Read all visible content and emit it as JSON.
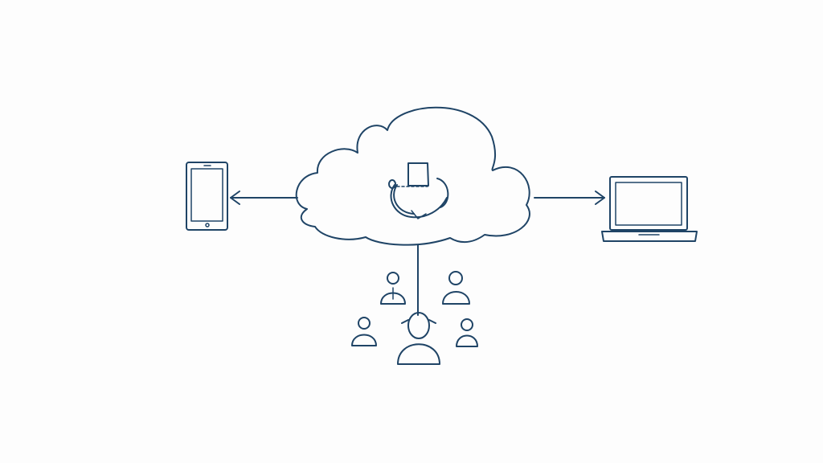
{
  "diagram": {
    "ink_color": "#1f4466",
    "background_color": "#fdfdfd",
    "nodes": [
      {
        "id": "cloud",
        "icon": "cloud-icon"
      },
      {
        "id": "cloud-center",
        "icon": "phone-handset-document-icon"
      },
      {
        "id": "left-device",
        "icon": "tablet-icon"
      },
      {
        "id": "right-device",
        "icon": "laptop-icon"
      },
      {
        "id": "users",
        "icon": "user-group-icon",
        "count": 5
      }
    ],
    "connections": [
      {
        "from": "cloud",
        "to": "left-device",
        "arrow": "to"
      },
      {
        "from": "cloud",
        "to": "right-device",
        "arrow": "to"
      },
      {
        "from": "cloud",
        "to": "users",
        "arrow": "none"
      }
    ]
  }
}
